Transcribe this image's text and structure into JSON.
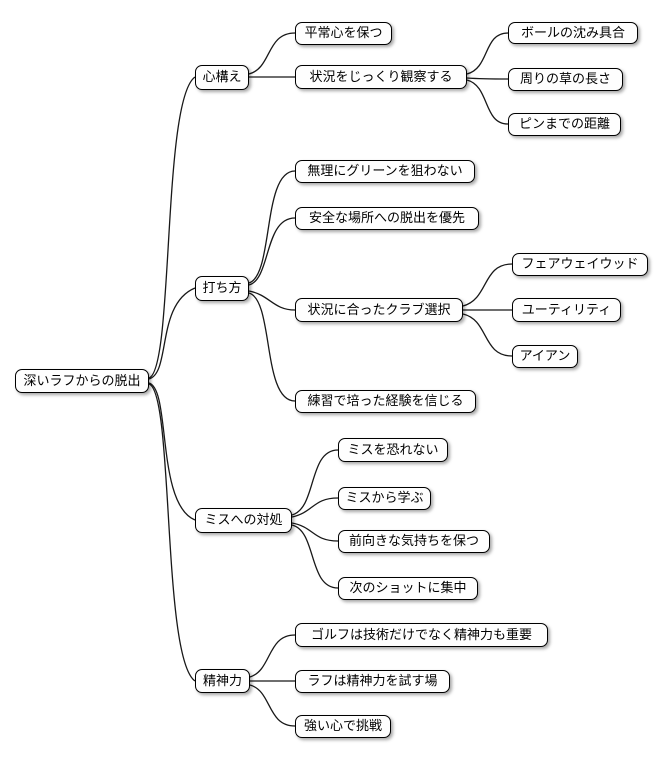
{
  "diagram": {
    "type": "mindmap",
    "colors": {
      "background": "#ffffff",
      "node_fill": "#fefefe",
      "node_border": "#000000",
      "connector": "#181818"
    },
    "root": {
      "label": "深いラフからの脱出",
      "children": [
        {
          "label": "心構え",
          "children": [
            {
              "label": "平常心を保つ"
            },
            {
              "label": "状況をじっくり観察する",
              "children": [
                {
                  "label": "ボールの沈み具合"
                },
                {
                  "label": "周りの草の長さ"
                },
                {
                  "label": "ピンまでの距離"
                }
              ]
            }
          ]
        },
        {
          "label": "打ち方",
          "children": [
            {
              "label": "無理にグリーンを狙わない"
            },
            {
              "label": "安全な場所への脱出を優先"
            },
            {
              "label": "状況に合ったクラブ選択",
              "children": [
                {
                  "label": "フェアウェイウッド"
                },
                {
                  "label": "ユーティリティ"
                },
                {
                  "label": "アイアン"
                }
              ]
            },
            {
              "label": "練習で培った経験を信じる"
            }
          ]
        },
        {
          "label": "ミスへの対処",
          "children": [
            {
              "label": "ミスを恐れない"
            },
            {
              "label": "ミスから学ぶ"
            },
            {
              "label": "前向きな気持ちを保つ"
            },
            {
              "label": "次のショットに集中"
            }
          ]
        },
        {
          "label": "精神力",
          "children": [
            {
              "label": "ゴルフは技術だけでなく精神力も重要"
            },
            {
              "label": "ラフは精神力を試す場"
            },
            {
              "label": "強い心で挑戦"
            }
          ]
        }
      ]
    }
  }
}
